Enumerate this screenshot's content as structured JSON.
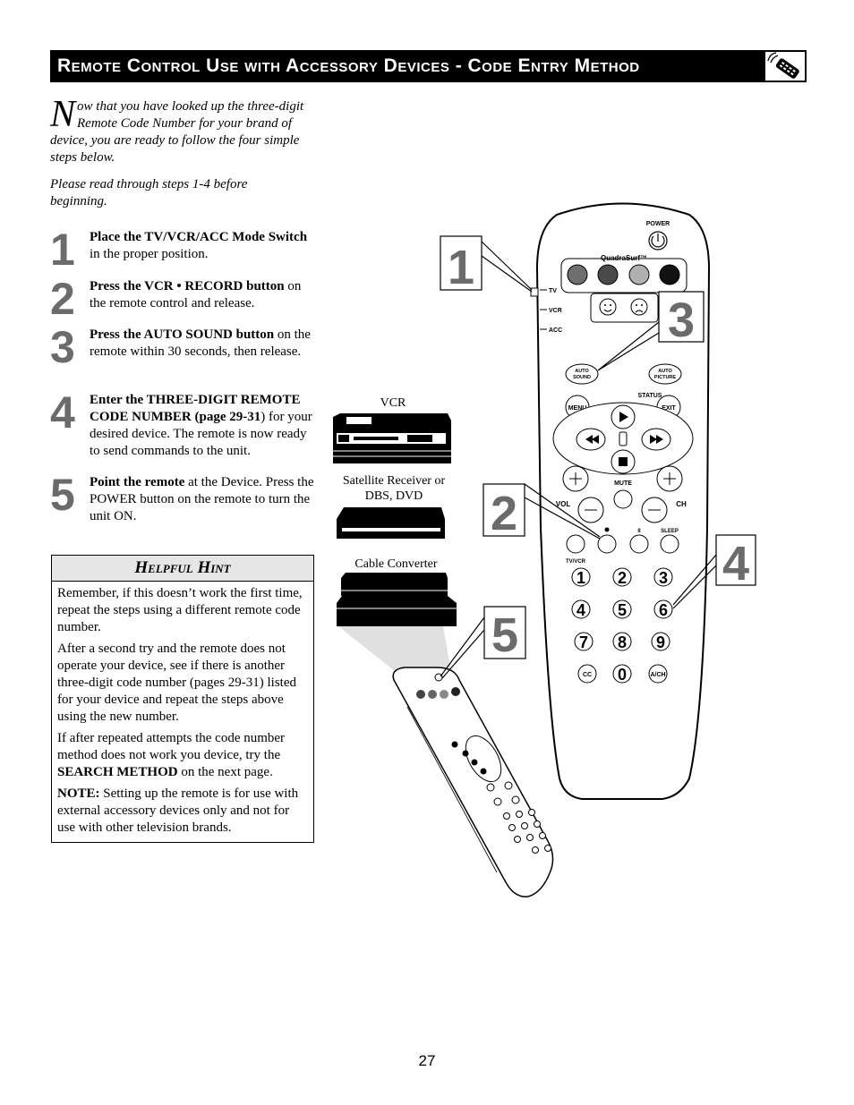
{
  "header": {
    "title": "Remote Control Use with Accessory Devices - Code Entry Method"
  },
  "intro": {
    "dropcap": "N",
    "text": "ow that you have looked up the three-digit Remote Code Number for your brand of device, you are ready to follow the four simple steps below.",
    "note": "Please read through steps 1-4 before beginning."
  },
  "steps": [
    {
      "num": "1",
      "bold": "Place the TV/VCR/ACC Mode Switch",
      "rest": " in the proper position."
    },
    {
      "num": "2",
      "bold": "Press the VCR • RECORD button",
      "rest": " on the remote control and release."
    },
    {
      "num": "3",
      "bold": "Press the AUTO SOUND button",
      "rest": " on the remote within 30 seconds, then release."
    },
    {
      "num": "4",
      "bold": "Enter the THREE-DIGIT REMOTE CODE NUMBER (page 29-31",
      "rest": ") for your desired device. The remote is now ready to send commands to the unit."
    },
    {
      "num": "5",
      "bold": "Point the remote",
      "rest": " at the Device. Press the POWER button on the remote to turn the unit ON."
    }
  ],
  "hint": {
    "title": "Helpful Hint",
    "p1": "Remember, if this doesn’t work the first time, repeat the steps using a different remote code number.",
    "p2": "After a second try and the remote does not operate your device, see if there is another three-digit code number (pages 29-31) listed for your device and repeat the steps above using the new number.",
    "p3_pre": "If after repeated attempts the code number method does not work you device, try the ",
    "p3_bold": "SEARCH METHOD",
    "p3_post": " on the next page.",
    "p4_bold": "NOTE:",
    "p4_rest": " Setting up the remote is for use with external accessory devices only and not for use with other television brands."
  },
  "devices": {
    "vcr": "VCR",
    "satellite": "Satellite Receiver or DBS, DVD",
    "cable": "Cable Converter"
  },
  "remote": {
    "power": "POWER",
    "brand": "QuadraSurf™",
    "mode_tv": "TV",
    "mode_vcr": "VCR",
    "mode_acc": "ACC",
    "auto_sound": [
      "AUTO",
      "SOUND"
    ],
    "auto_picture": [
      "AUTO",
      "PICTURE"
    ],
    "status": "STATUS",
    "menu": "MENU",
    "exit": "EXIT",
    "mute": "MUTE",
    "vol": "VOL",
    "ch": "CH",
    "pause": "II",
    "sleep": "SLEEP",
    "tvvcr": "TV/VCR",
    "digits": [
      "1",
      "2",
      "3",
      "4",
      "5",
      "6",
      "7",
      "8",
      "9",
      "0"
    ],
    "cc": "CC",
    "ach": "A/CH"
  },
  "callouts": [
    "1",
    "2",
    "3",
    "4",
    "5"
  ],
  "page_number": "27"
}
